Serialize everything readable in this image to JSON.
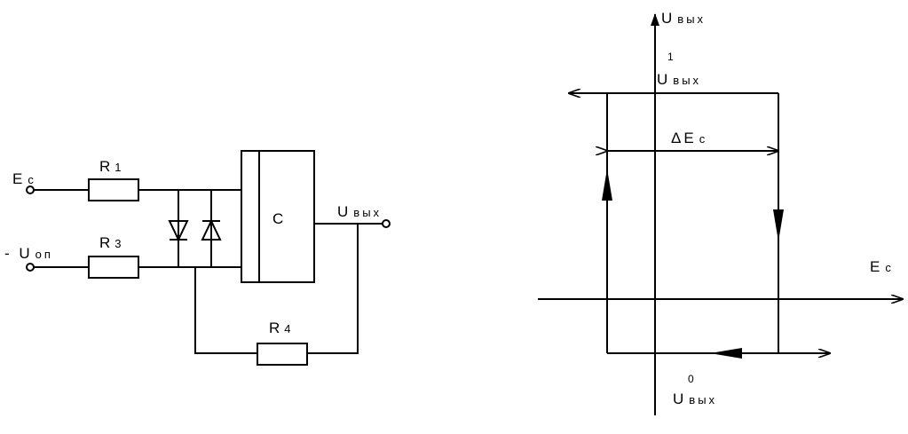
{
  "circuit": {
    "input_label": "E",
    "input_sub": "c",
    "ref_label": "- U",
    "ref_sub": "оп",
    "r1_label": "R",
    "r1_sub": "1",
    "r3_label": "R",
    "r3_sub": "3",
    "r4_label": "R",
    "r4_sub": "4",
    "comparator_label": "C",
    "output_label": "U",
    "output_sub": "вых"
  },
  "graph": {
    "y_axis_label": "U",
    "y_axis_sub": "вых",
    "high_level_label": "U",
    "high_level_sup": "1",
    "high_level_sub": "вых",
    "hysteresis_label": "ΔE",
    "hysteresis_sub": "с",
    "x_axis_label": "E",
    "x_axis_sub": "с",
    "low_level_label": "U",
    "low_level_sup": "0",
    "low_level_sub": "вых"
  }
}
